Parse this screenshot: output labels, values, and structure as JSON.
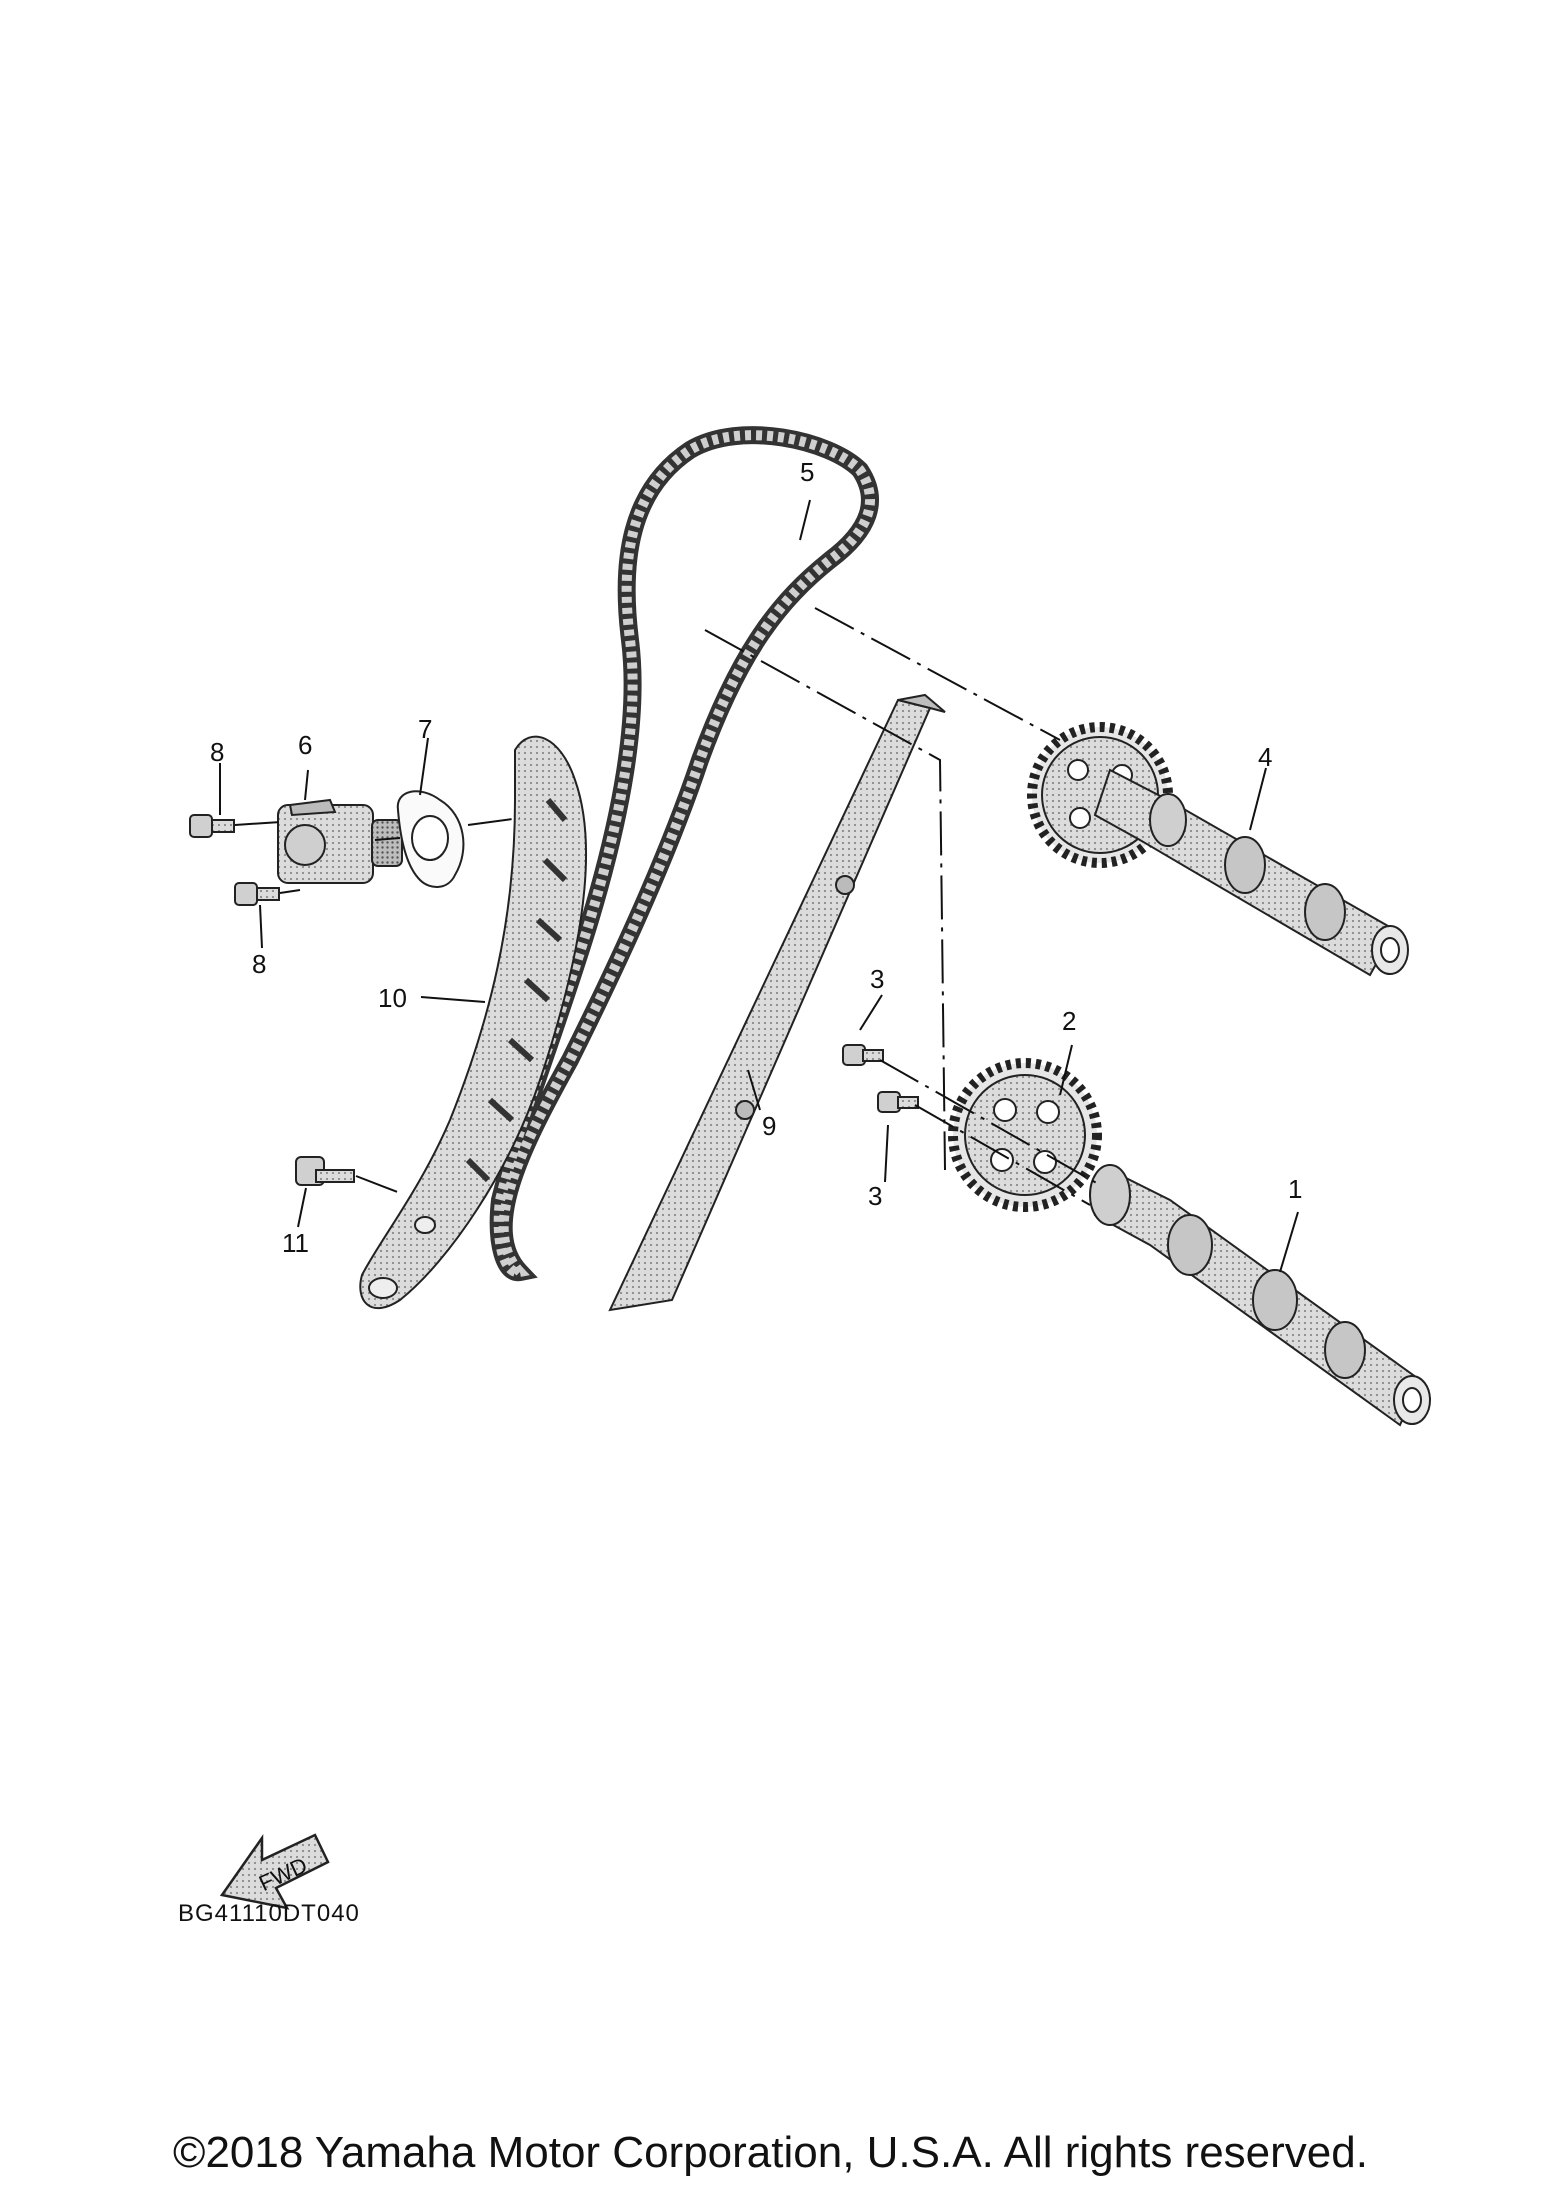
{
  "callouts": [
    {
      "id": "1",
      "label": "1"
    },
    {
      "id": "2",
      "label": "2"
    },
    {
      "id": "3a",
      "label": "3"
    },
    {
      "id": "3b",
      "label": "3"
    },
    {
      "id": "4",
      "label": "4"
    },
    {
      "id": "5",
      "label": "5"
    },
    {
      "id": "6",
      "label": "6"
    },
    {
      "id": "7",
      "label": "7"
    },
    {
      "id": "8a",
      "label": "8"
    },
    {
      "id": "8b",
      "label": "8"
    },
    {
      "id": "9",
      "label": "9"
    },
    {
      "id": "10",
      "label": "10"
    },
    {
      "id": "11",
      "label": "11"
    }
  ],
  "fwd_arrow": {
    "label": "FWD",
    "icon": "forward-arrow-icon"
  },
  "drawing_code": "BG41110DT040",
  "copyright": "©2018 Yamaha Motor Corporation, U.S.A. All rights reserved.",
  "colors": {
    "line": "#111111",
    "part_fill": "#d9d9d9",
    "part_shade": "#a8a8a8"
  }
}
